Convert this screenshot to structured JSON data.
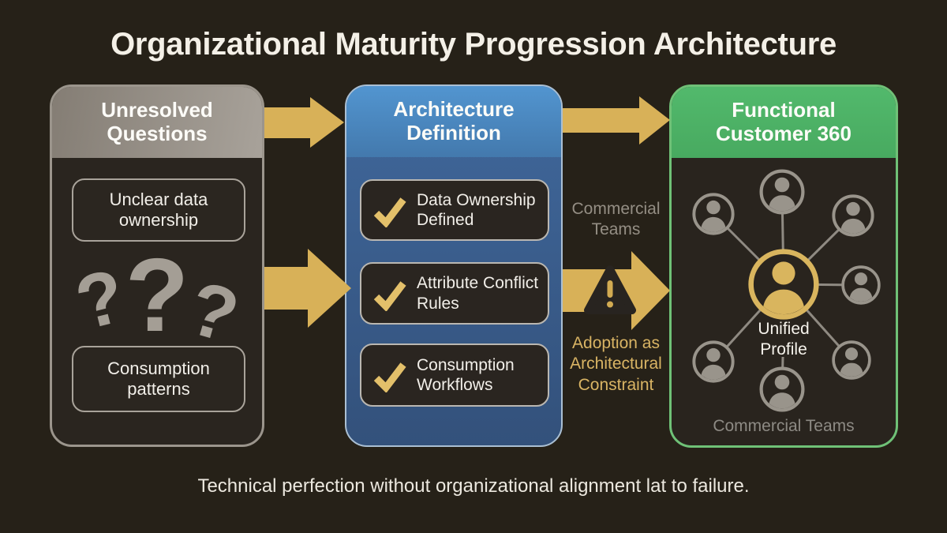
{
  "title": "Organizational Maturity Progression Architecture",
  "caption": "Technical perfection without organizational alignment lat to failure.",
  "colors": {
    "background": "#262118",
    "gold_arrow": "#d8b158",
    "gold_check": "#e3c06a",
    "header_gray": "#9a938a",
    "header_blue": "#4a8ac0",
    "header_green": "#4eb266",
    "gold_hub": "#d9b55e",
    "gray_icon": "#99948b"
  },
  "col1": {
    "header": "Unresolved Questions",
    "box1": "Unclear data ownership",
    "qmark": "?",
    "box2": "Consumption patterns"
  },
  "col2": {
    "header": "Architecture Definition",
    "items": [
      {
        "label": "Data Ownership Defined"
      },
      {
        "label": "Attribute Conflict Rules"
      },
      {
        "label": "Consumption Workflows"
      }
    ]
  },
  "connector": {
    "top_label": "Commercial Teams",
    "bottom_label": "Adoption as Architectural Constraint"
  },
  "col3": {
    "header": "Functional Customer 360",
    "hub_label": "Unified Profile",
    "footer_label": "Commercial Teams"
  }
}
